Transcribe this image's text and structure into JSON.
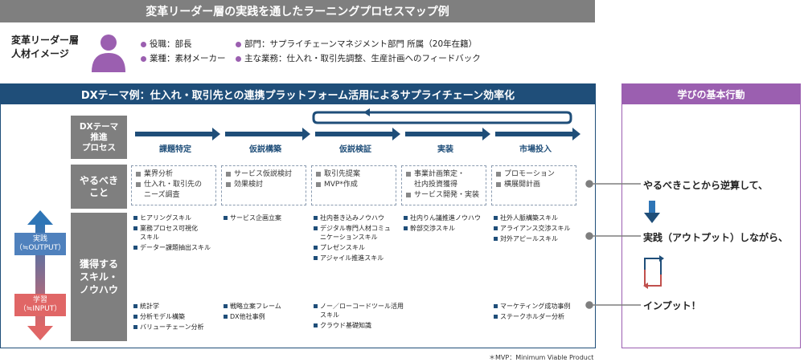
{
  "title": "変革リーダー層の実践を通したラーニングプロセスマップ例",
  "persona": {
    "label": "変革リーダー層\n人材イメージ",
    "col1": [
      "役職：部長",
      "業種：素材メーカー"
    ],
    "col2": [
      "部門：サプライチェーンマネジメント部門 所属（20年在籍）",
      "主な業務：仕入れ・取引先調整、生産計画へのフィードバック"
    ]
  },
  "dx_theme": "DXテーマ例：仕入れ・取引先との連携プラットフォーム活用によるサプライチェーン効率化",
  "rows": {
    "process": "DXテーマ\n推進\nプロセス",
    "todo": "やるべき\nこと",
    "skills": "獲得する\nスキル・\nノウハウ"
  },
  "stages": [
    "課題特定",
    "仮説構築",
    "仮説検証",
    "実装",
    "市場投入"
  ],
  "todos": [
    [
      "業界分析",
      "仕入れ・取引先の\nニーズ調査"
    ],
    [
      "サービス仮説検討",
      "効果検討"
    ],
    [
      "取引先提案",
      "MVP*作成"
    ],
    [
      "事業計画策定・\n社内投資獲得",
      "サービス開発・実装"
    ],
    [
      "プロモーション",
      "横展開計画"
    ]
  ],
  "skills_output": [
    [
      "ヒアリングスキル",
      "業務プロセス可視化\nスキル",
      "データー課題抽出スキル"
    ],
    [
      "サービス企画立案"
    ],
    [
      "社内巻き込みノウハウ",
      "デジタル専門人材コミュ\nニケーションスキル",
      "プレゼンスキル",
      "アジャイル推進スキル"
    ],
    [
      "社内りん議推進ノウハウ",
      "幹部交渉スキル"
    ],
    [
      "社外人脈構築スキル",
      "アライアンス交渉スキル",
      "対外アピールスキル"
    ]
  ],
  "skills_input": [
    [
      "統計学",
      "分析モデル構築",
      "バリューチェーン分析"
    ],
    [
      "戦略立案フレーム",
      "DX他社事例"
    ],
    [
      "ノー／ローコードツール活用\nスキル",
      "クラウド基礎知識"
    ],
    [],
    [
      "マーケティング成功事例",
      "ステークホルダー分析"
    ]
  ],
  "axis": {
    "output_label": "実践\n（≒OUTPUT）",
    "input_label": "学習\n（≒INPUT）"
  },
  "learning": {
    "header": "学びの基本行動",
    "step1": "やるべきことから逆算して、",
    "step2": "実践（アウトプット）しながら、",
    "step3": "インプット！"
  },
  "footnote": "＊MVP：Minimum Viable Product",
  "colors": {
    "navy": "#1f4e79",
    "purple": "#9b5fb0",
    "gray": "#7f7f7f",
    "blue_arrow": "#2e75b6",
    "red_arrow": "#e06666"
  }
}
